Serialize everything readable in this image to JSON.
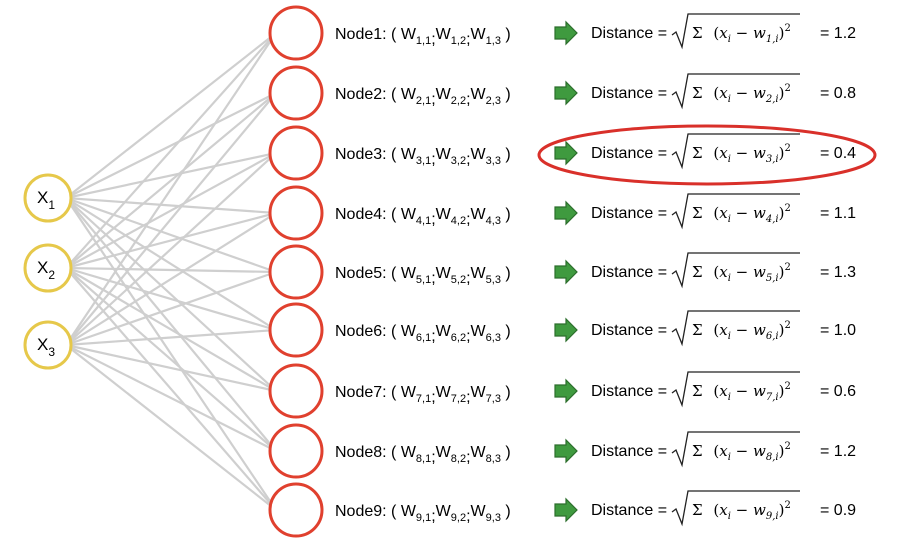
{
  "inputs": [
    {
      "label": "X",
      "sub": "1"
    },
    {
      "label": "X",
      "sub": "2"
    },
    {
      "label": "X",
      "sub": "3"
    }
  ],
  "nodes": [
    {
      "name": "Node1:",
      "weights": [
        {
          "w": "W",
          "sub": "1,1"
        },
        {
          "w": "W",
          "sub": "1,2"
        },
        {
          "w": "W",
          "sub": "1,3"
        }
      ],
      "formula_sub": "1,i",
      "value": "= 1.2",
      "highlighted": false
    },
    {
      "name": "Node2:",
      "weights": [
        {
          "w": "W",
          "sub": "2,1"
        },
        {
          "w": "W",
          "sub": "2,2"
        },
        {
          "w": "W",
          "sub": "2,3"
        }
      ],
      "formula_sub": "2,i",
      "value": "= 0.8",
      "highlighted": false
    },
    {
      "name": "Node3:",
      "weights": [
        {
          "w": "W",
          "sub": "3,1"
        },
        {
          "w": "W",
          "sub": "3,2"
        },
        {
          "w": "W",
          "sub": "3,3"
        }
      ],
      "formula_sub": "3,i",
      "value": "= 0.4",
      "highlighted": true
    },
    {
      "name": "Node4:",
      "weights": [
        {
          "w": "W",
          "sub": "4,1"
        },
        {
          "w": "W",
          "sub": "4,2"
        },
        {
          "w": "W",
          "sub": "4,3"
        }
      ],
      "formula_sub": "4,i",
      "value": "= 1.1",
      "highlighted": false
    },
    {
      "name": "Node5:",
      "weights": [
        {
          "w": "W",
          "sub": "5,1"
        },
        {
          "w": "W",
          "sub": "5,2"
        },
        {
          "w": "W",
          "sub": "5,3"
        }
      ],
      "formula_sub": "5,i",
      "value": "= 1.3",
      "highlighted": false
    },
    {
      "name": "Node6:",
      "weights": [
        {
          "w": "W",
          "sub": "6,1"
        },
        {
          "w": "W",
          "sub": "6,2"
        },
        {
          "w": "W",
          "sub": "6,3"
        }
      ],
      "formula_sub": "6,i",
      "value": "= 1.0",
      "highlighted": false
    },
    {
      "name": "Node7:",
      "weights": [
        {
          "w": "W",
          "sub": "7,1"
        },
        {
          "w": "W",
          "sub": "7,2"
        },
        {
          "w": "W",
          "sub": "7,3"
        }
      ],
      "formula_sub": "7,i",
      "value": "= 0.6",
      "highlighted": false
    },
    {
      "name": "Node8:",
      "weights": [
        {
          "w": "W",
          "sub": "8,1"
        },
        {
          "w": "W",
          "sub": "8,2"
        },
        {
          "w": "W",
          "sub": "8,3"
        }
      ],
      "formula_sub": "8,i",
      "value": "= 1.2",
      "highlighted": false
    },
    {
      "name": "Node9:",
      "weights": [
        {
          "w": "W",
          "sub": "9,1"
        },
        {
          "w": "W",
          "sub": "9,2"
        },
        {
          "w": "W",
          "sub": "9,3"
        }
      ],
      "formula_sub": "9,i",
      "value": "= 0.9",
      "highlighted": false
    }
  ],
  "formula": {
    "label": "Distance =",
    "sigma": "Σ",
    "x": "x",
    "x_sub": "i",
    "minus": "−",
    "w": "w",
    "exp": "2"
  },
  "colors": {
    "input_stroke": "#e6c84a",
    "node_stroke": "#e0402e",
    "edge": "#cfcfcf",
    "arrow_fill": "#3f9a3f",
    "arrow_stroke": "#2c6e2c",
    "highlight": "#d9302a"
  },
  "icons": {
    "arrow": "right-arrow-icon"
  }
}
